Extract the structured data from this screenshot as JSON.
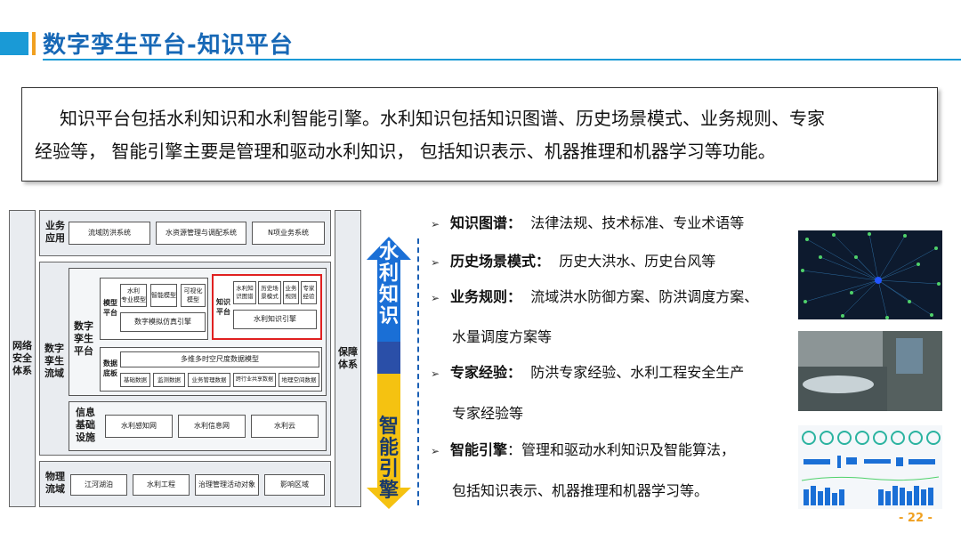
{
  "header": {
    "title": "数字孪生平台-知识平台"
  },
  "intro": {
    "line1": "知识平台包括水利知识和水利智能引擎。水利知识包括知识图谱、历史场景模式、业务规则、专家",
    "line2": "经验等， 智能引擎主要是管理和驱动水利知识， 包括知识表示、机器推理和机器学习等功能。"
  },
  "diagram": {
    "left": "网络\n安全\n体系",
    "right": "保障\n体系",
    "business": {
      "label": "业务\n应用",
      "items": [
        "流域防洪系统",
        "水资源管理与调配系统",
        "N项业务系统"
      ]
    },
    "twin": {
      "outer_label": "数字\n孪生\n流域",
      "platform_label": "数字\n孪生\n平台",
      "model": {
        "label": "模型\n平台",
        "items": [
          "水利\n专业模型",
          "智能模型",
          "可视化\n模型"
        ],
        "engine": "数字模拟仿真引擎"
      },
      "knowledge": {
        "label": "知识\n平台",
        "items": [
          "水利知\n识图谱",
          "历史场\n景模式",
          "业务\n规则",
          "专家\n经验"
        ],
        "engine": "水利知识引擎"
      },
      "data": {
        "label": "数据\n底板",
        "model": "多维多时空尺度数据模型",
        "items": [
          "基础数据",
          "监测数据",
          "业务管理数据",
          "跨行业共享数据",
          "地理空间数据"
        ]
      },
      "infra": {
        "label": "信息\n基础\n设施",
        "items": [
          "水利感知网",
          "水利信息网",
          "水利云"
        ]
      }
    },
    "physical": {
      "label": "物理\n流域",
      "items": [
        "江河湖泊",
        "水利工程",
        "治理管理活动对象",
        "影响区域"
      ]
    }
  },
  "arrow": {
    "top": "水\n利\n知\n识",
    "bottom": "智\n能\n引\n擎",
    "top_color": "#1a6fd6",
    "bottom_color": "#f5c211"
  },
  "bullets": [
    {
      "head": "知识图谱：",
      "text": "法律法规、技术标准、专业术语等"
    },
    {
      "head": "历史场景模式：",
      "text": "历史大洪水、历史台风等"
    },
    {
      "head": "业务规则：",
      "text": "流域洪水防御方案、防洪调度方案、",
      "cont": "水量调度方案等"
    },
    {
      "head": "专家经验：",
      "text": "防洪专家经验、水利工程安全生产",
      "cont": "专家经验等"
    },
    {
      "head": "智能引擎",
      "text": "：管理和驱动水利知识及智能算法，",
      "cont": "包括知识表示、机器推理和机器学习等。"
    }
  ],
  "page": {
    "number": "- 22 -"
  }
}
